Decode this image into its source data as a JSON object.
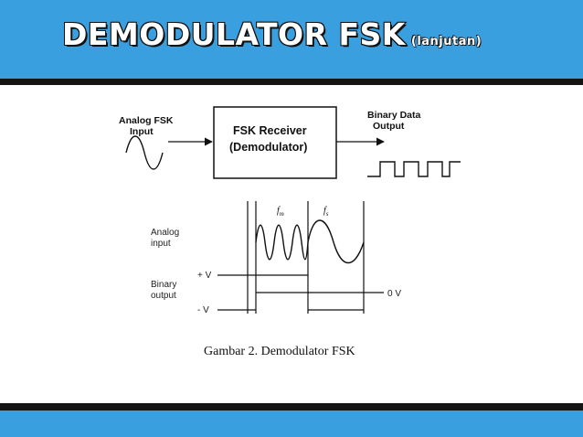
{
  "slide": {
    "title": "DEMODULATOR FSK",
    "subtitle": "(lanjutan)"
  },
  "diagram": {
    "input_label_line1": "Analog FSK",
    "input_label_line2": "Input",
    "box_line1": "FSK Receiver",
    "box_line2": "(Demodulator)",
    "output_label_line1": "Binary Data",
    "output_label_line2": "Output",
    "freq_mark": "f",
    "freq_mark_sub": "m",
    "freq_space": "f",
    "freq_space_sub": "s",
    "analog_line1": "Analog",
    "analog_line2": "input",
    "binary_line1": "Binary",
    "binary_line2": "output",
    "plus_v": "+ V",
    "minus_v": "- V",
    "zero_v": "0 V",
    "caption": "Gambar 2.  Demodulator FSK"
  },
  "colors": {
    "band": "#3a9fde",
    "rule": "#141414"
  }
}
